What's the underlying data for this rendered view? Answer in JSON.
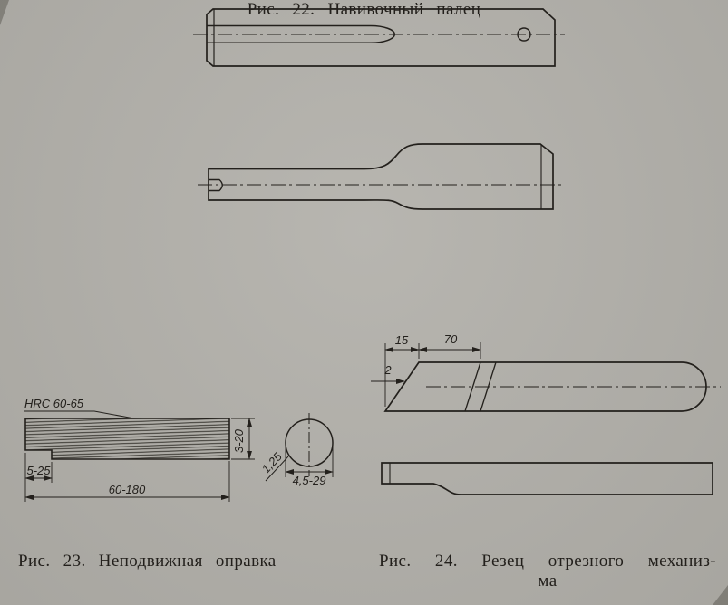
{
  "page": {
    "background_color": "#b2b0aa",
    "ink_color": "#23201c"
  },
  "fig22": {
    "caption": "Рис. 22. Навивочный палец"
  },
  "fig23": {
    "caption": "Рис. 23. Неподвижная оправка",
    "hardness_label": "HRC 60-65",
    "dim_step": "5-25",
    "dim_length": "60-180",
    "dim_height": "3-20",
    "dim_diameter": "4,5-29",
    "dim_roughness": "1,25"
  },
  "fig24": {
    "caption_line1": "Рис. 24. Резец отрезного механиз-",
    "caption_line2": "ма",
    "dim_15": "15",
    "dim_70": "70",
    "dim_2": "2"
  }
}
